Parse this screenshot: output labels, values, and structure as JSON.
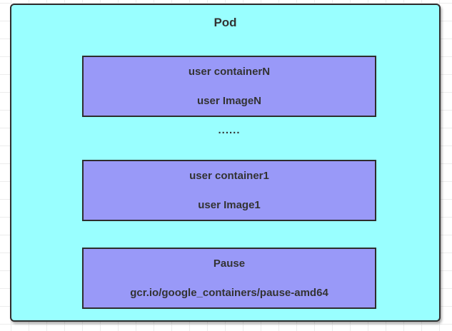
{
  "diagram": {
    "pod": {
      "title": "Pod",
      "ellipsis": "......",
      "containers": [
        {
          "name": "user containerN",
          "image": "user ImageN"
        },
        {
          "name": "user container1",
          "image": "user Image1"
        },
        {
          "name": "Pause",
          "image": "gcr.io/google_containers/pause-amd64"
        }
      ]
    },
    "colors": {
      "pod_fill": "#99ffff",
      "container_fill": "#9999f8",
      "shape_border": "#2d2d2d",
      "text": "#333333",
      "grid_line": "#ececec",
      "canvas_background": "#ffffff"
    }
  }
}
